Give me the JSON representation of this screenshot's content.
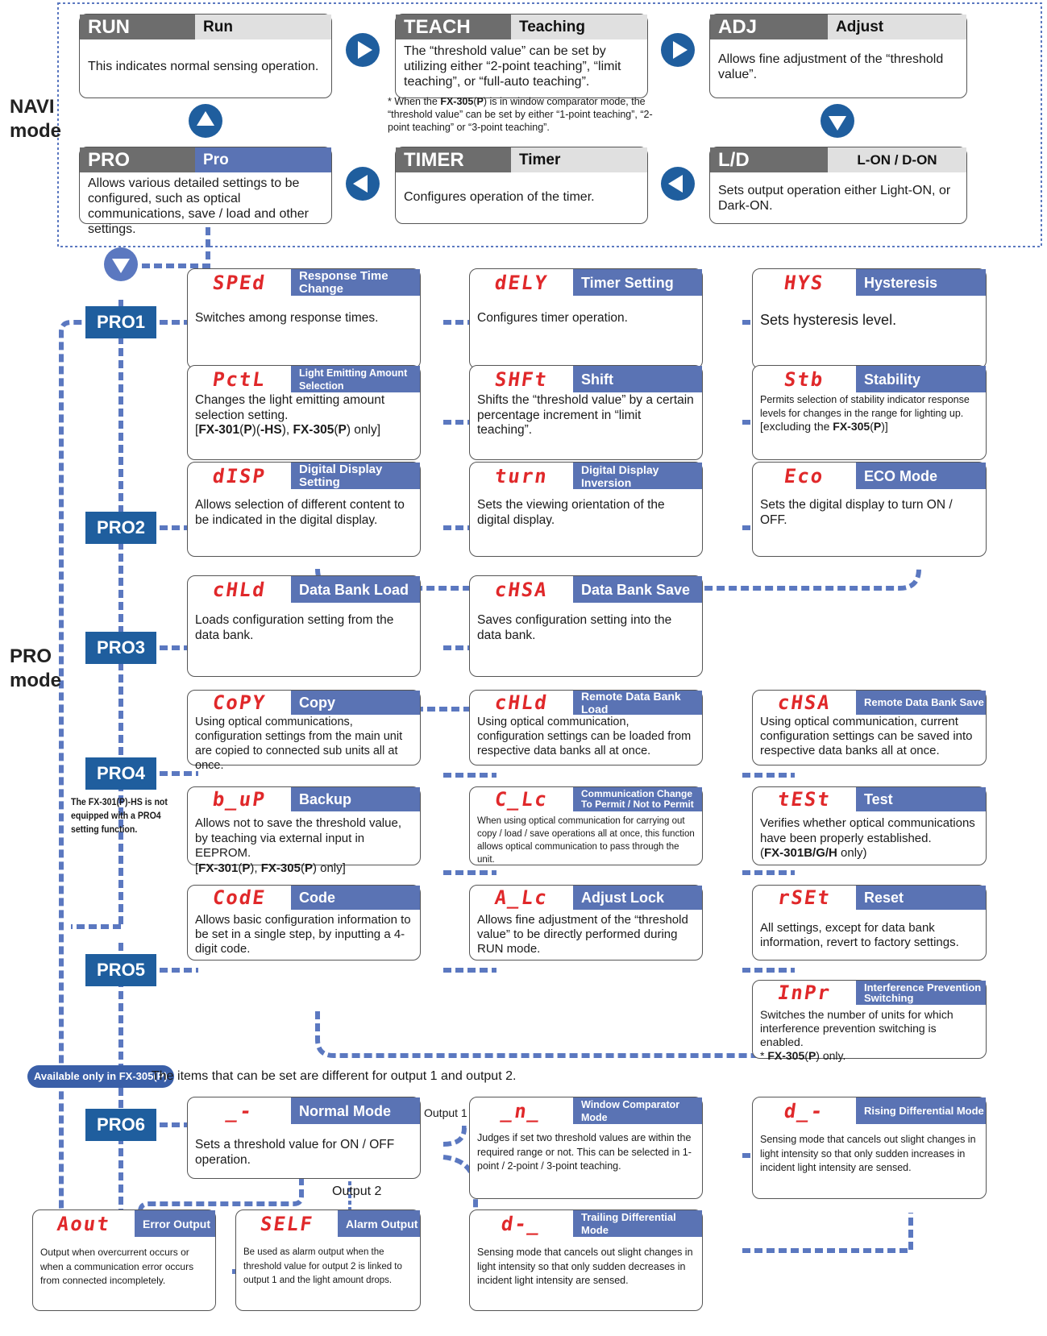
{
  "side_labels": {
    "navi": "NAVI\nmode",
    "pro": "PRO\nmode"
  },
  "navi": {
    "run": {
      "code": "RUN",
      "name": "Run",
      "desc": "This indicates normal sensing operation."
    },
    "teach": {
      "code": "TEACH",
      "name": "Teaching",
      "desc": "The “threshold value”  can be set by utilizing either “2-point teaching”, “limit teaching”, or “full-auto teaching”."
    },
    "adj": {
      "code": "ADJ",
      "name": "Adjust",
      "desc": "Allows fine adjustment of the “threshold value”."
    },
    "pro": {
      "code": "PRO",
      "name": "Pro",
      "desc": "Allows various detailed settings to be configured, such as optical communications, save / load and other settings."
    },
    "timer": {
      "code": "TIMER",
      "name": "Timer",
      "desc": "Configures operation of the timer."
    },
    "ld": {
      "code": "L/D",
      "name": "L-ON / D-ON",
      "desc": "Sets output operation either Light-ON, or Dark-ON."
    },
    "teach_note": "* When the FX-305(P) is in window comparator mode, the “threshold value” can be set by either “1-point teaching”, “2-point teaching” or “3-point teaching”."
  },
  "pro_tags": [
    "PRO1",
    "PRO2",
    "PRO3",
    "PRO4",
    "PRO5",
    "PRO6"
  ],
  "pro4_note": "The FX-301(P)-HS is not equipped with a PRO4 setting function.",
  "boxes": {
    "sped": {
      "disp": "SPEd",
      "name": "Response Time Change",
      "desc": "Switches among response times."
    },
    "dely": {
      "disp": "dELY",
      "name": "Timer Setting",
      "desc": "Configures timer operation."
    },
    "hys": {
      "disp": "HYS",
      "name": "Hysteresis",
      "desc": "Sets hysteresis level."
    },
    "pctl": {
      "disp": "PctL",
      "name": "Light Emitting Amount Selection",
      "desc": "Changes the light emitting amount selection setting.",
      "desc2": "[FX-301(P)(-HS), FX-305(P) only]"
    },
    "shft": {
      "disp": "SHFt",
      "name": "Shift",
      "desc": "Shifts the “threshold value” by a certain percentage increment in “limit teaching”."
    },
    "stb": {
      "disp": "Stb",
      "name": "Stability",
      "desc": "Permits selection of stability indicator response levels for changes in the range for lighting up.",
      "desc2": " [excluding the FX-305(P)]"
    },
    "disp": {
      "disp": "dISP",
      "name": "Digital Display Setting",
      "desc": "Allows selection of different content to be indicated in the digital display."
    },
    "turn": {
      "disp": "turn",
      "name": "Digital Display Inversion",
      "desc": "Sets the viewing orientation of the digital display."
    },
    "eco": {
      "disp": "Eco",
      "name": "ECO Mode",
      "desc": "Sets the digital display to turn ON / OFF."
    },
    "chld": {
      "disp": "cHLd",
      "name": "Data Bank Load",
      "desc": "Loads configuration setting from the data bank."
    },
    "chsa": {
      "disp": "cHSA",
      "name": "Data Bank Save",
      "desc": "Saves configuration setting into the data bank."
    },
    "copy": {
      "disp": "CoPY",
      "name": "Copy",
      "desc": "Using optical communications, configuration settings from the main unit are copied to connected sub units all at once."
    },
    "rchld": {
      "disp": "cHLd",
      "name": "Remote Data Bank Load",
      "desc": "Using optical communication, configuration settings can be loaded from respective data banks all at once."
    },
    "rchsa": {
      "disp": "cHSA",
      "name": "Remote Data Bank Save",
      "desc": "Using optical communication, current configuration settings can be saved into respective data banks all at once."
    },
    "bup": {
      "disp": "b_uP",
      "name": "Backup",
      "desc": "Allows not to save the threshold value, by teaching via external input in EEPROM.",
      "desc2": "[FX-301(P), FX-305(P) only]"
    },
    "clc": {
      "disp": "C_Lc",
      "name": "Communication Change\nTo Permit / Not to Permit",
      "desc": "When using optical communication for carrying out copy / load / save operations all at once, this function allows optical communication to pass through the unit."
    },
    "test": {
      "disp": "tESt",
      "name": "Test",
      "desc": "Verifies whether optical communications have been properly established.",
      "desc2": "(FX-301B/G/H only)"
    },
    "code": {
      "disp": "CodE",
      "name": "Code",
      "desc": "Allows basic configuration information to be set in a single step, by inputting a 4-digit code."
    },
    "alc": {
      "disp": "A_Lc",
      "name": "Adjust Lock",
      "desc": "Allows fine adjustment of the “threshold value” to be directly performed during RUN mode."
    },
    "rset": {
      "disp": "rSEt",
      "name": "Reset",
      "desc": "All settings, except for data bank information, revert to factory settings."
    },
    "inpr": {
      "disp": "InPr",
      "name": "Interference Prevention Switching",
      "desc": "Switches the number of units for which interference prevention switching is enabled.",
      "desc2": "* FX-305(P) only."
    },
    "normal": {
      "disp": "_-",
      "name": "Normal Mode",
      "desc": "Sets a threshold value for ON / OFF operation."
    },
    "window": {
      "disp": "_n_",
      "name": "Window Comparator Mode",
      "desc": "Judges if set two threshold values are within the required range or not. This can be selected in 1-point / 2-point / 3-point teaching."
    },
    "rising": {
      "disp": "d_-",
      "name": "Rising Differential Mode",
      "desc": "Sensing mode that cancels out slight changes in light intensity so that only sudden increases in incident light intensity are sensed."
    },
    "trailing": {
      "disp": "d-_",
      "name": "Trailing Differential Mode",
      "desc": "Sensing mode that cancels out slight changes in light intensity so that only sudden decreases in incident light intensity are sensed."
    },
    "aout": {
      "disp": "Aout",
      "name": "Error Output",
      "desc": "Output when overcurrent occurs or when a communication error occurs from connected incompletely."
    },
    "self": {
      "disp": "SELF",
      "name": "Alarm Output",
      "desc": "Be used as alarm output when the threshold value for output 2 is linked to output 1 and the light amount drops."
    }
  },
  "available": "Available only in FX-305(P)",
  "available_text": "The items that can be set are different for output 1 and output 2.",
  "output1": "Output 1",
  "output2": "Output 2",
  "colors": {
    "accent": "#5a73b4",
    "tag": "#1f5e9e",
    "dash": "#5b78c0",
    "seg": "#e0282a",
    "code_bg": "#6d6d6d"
  }
}
